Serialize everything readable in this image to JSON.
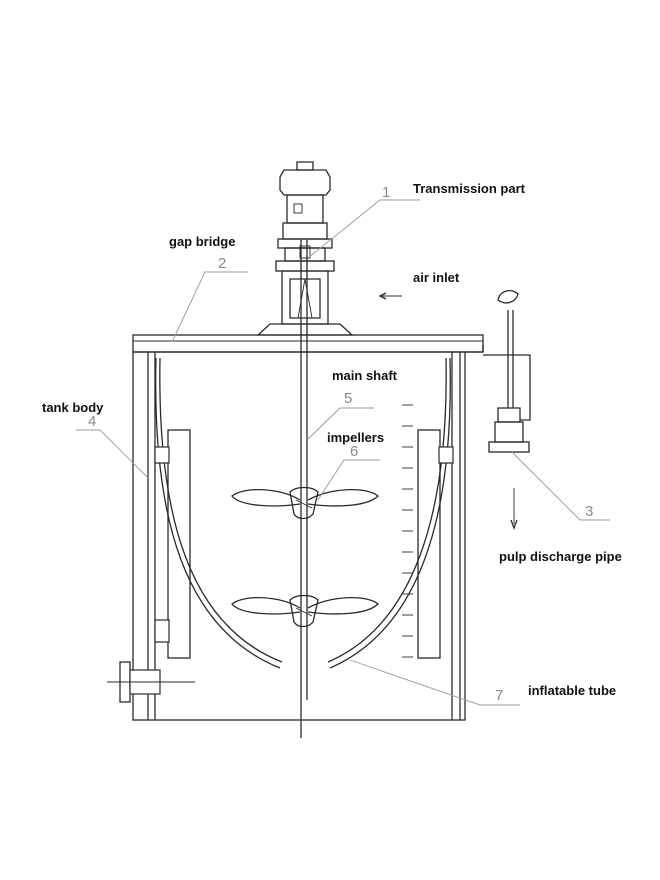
{
  "labels": {
    "transmission": "Transmission part",
    "gap_bridge": "gap bridge",
    "air_inlet": "air inlet",
    "main_shaft": "main shaft",
    "tank_body": "tank body",
    "impellers": "impellers",
    "pulp_discharge": "pulp discharge pipe",
    "inflatable_tube": "inflatable tube"
  },
  "numbers": {
    "n1": "1",
    "n2": "2",
    "n3": "3",
    "n4": "4",
    "n5": "5",
    "n6": "6",
    "n7": "7"
  }
}
